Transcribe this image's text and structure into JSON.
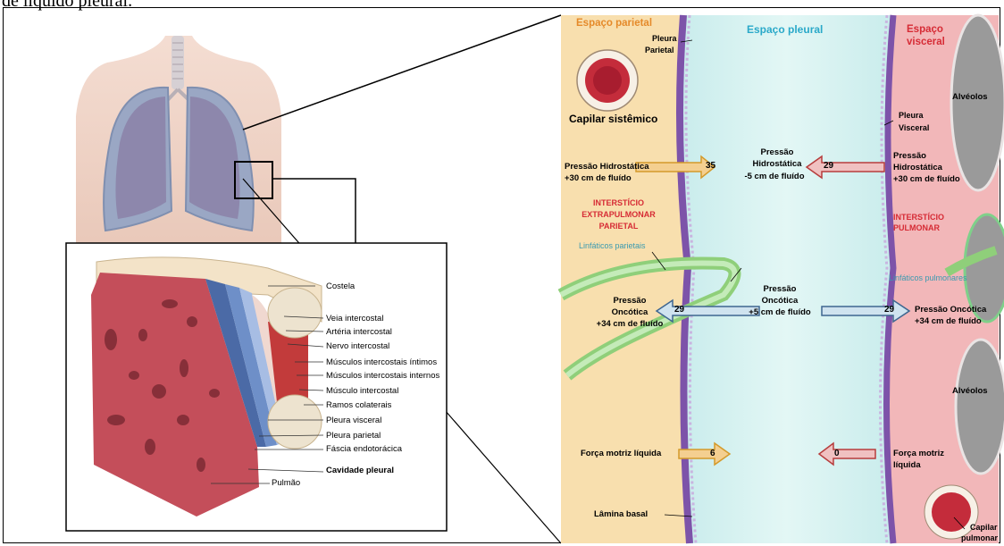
{
  "caption": "de líquido pleural.",
  "left_figure": {
    "labels": {
      "costela": "Costela",
      "veia": "Veia intercostal",
      "arteria": "Artéria intercostal",
      "nervo": "Nervo intercostal",
      "musc_intimos": "Músculos intercostais íntimos",
      "musc_internos": "Músculos intercostais internos",
      "musculo": "Músculo intercostal",
      "ramos": "Ramos colaterais",
      "pleura_visceral": "Pleura visceral",
      "pleura_parietal": "Pleura parietal",
      "fascia": "Fáscia endotorácica",
      "cavidade": "Cavidade pleural",
      "pulmao": "Pulmão"
    }
  },
  "right_figure": {
    "headers": {
      "parietal": "Espaço parietal",
      "pleural": "Espaço pleural",
      "visceral_1": "Espaço",
      "visceral_2": "visceral"
    },
    "pleura_parietal_1": "Pleura",
    "pleura_parietal_2": "Parietal",
    "pleura_visceral_1": "Pleura",
    "pleura_visceral_2": "Visceral",
    "capilar_sistemico": "Capilar sistêmico",
    "alveolos_top": "Alvéolos",
    "alveolos_bottom": "Alvéolos",
    "capilar_pulmonar_1": "Capilar",
    "capilar_pulmonar_2": "pulmonar",
    "ph_left_1": "Pressão Hidrostática",
    "ph_left_2": "+30 cm de fluído",
    "ph_center_1": "Pressão",
    "ph_center_2": "Hidrostática",
    "ph_center_3": "-5 cm de fluído",
    "ph_right_1": "Pressão",
    "ph_right_2": "Hidrostática",
    "ph_right_3": "+30 cm de fluído",
    "arrow_ph_left": "35",
    "arrow_ph_right": "29",
    "interst_par_1": "INTERSTÍCIO",
    "interst_par_2": "EXTRAPULMONAR",
    "interst_par_3": "PARIETAL",
    "interst_pul_1": "INTERSTÍCIO",
    "interst_pul_2": "PULMONAR",
    "linf_par": "Linfáticos parietais",
    "linf_pul": "Linfáticos pulmonares",
    "po_left_1": "Pressão",
    "po_left_2": "Oncótica",
    "po_left_3": "+34 cm de fluído",
    "po_center_1": "Pressão",
    "po_center_2": "Oncótica",
    "po_center_3": "+5 cm de fluído",
    "po_right_1": "Pressão Oncótica",
    "po_right_2": "+34 cm de fluído",
    "arrow_po_left": "29",
    "arrow_po_right": "29",
    "forca_left": "Força motriz líquida",
    "forca_right_1": "Força motriz",
    "forca_right_2": "líquida",
    "arrow_forca_left": "6",
    "arrow_forca_right": "0",
    "lamina": "Lâmina basal"
  }
}
